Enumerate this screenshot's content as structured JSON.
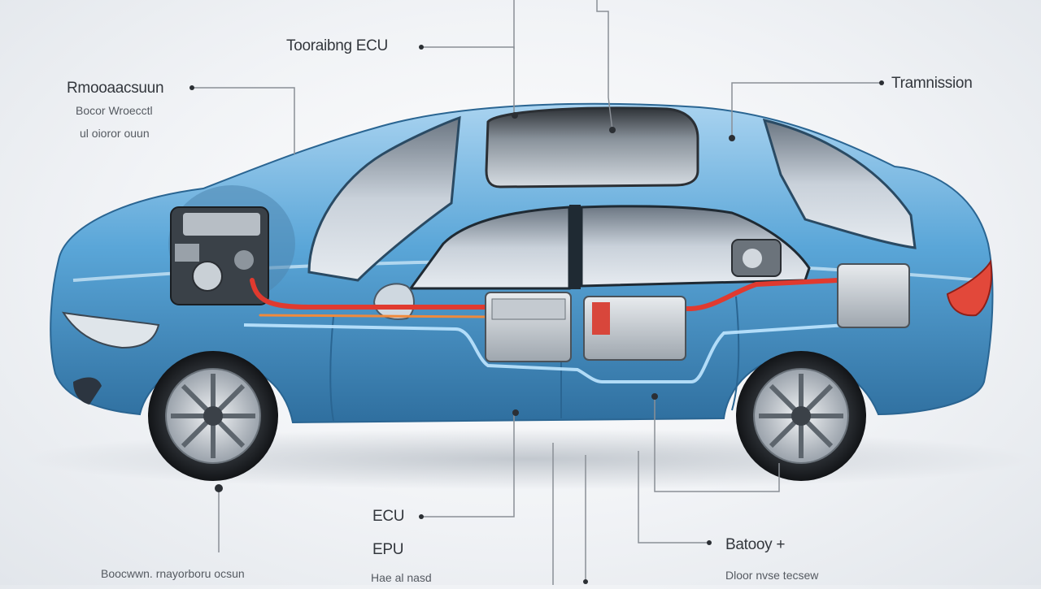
{
  "labels": {
    "top_center": "Tooraibng ECU",
    "left_title": "Rmooaacsuun",
    "left_sub1": "Bocor Wroecctl",
    "left_sub2": "ul oioror ouun",
    "transmission": "Tramnission",
    "ecu": "ECU",
    "epu": "EPU",
    "battery": "Batooy +",
    "bottom_left": "Boocwwn. rnayorboru ocsun",
    "bottom_center": "Hae al nasd",
    "bottom_right": "Dloor nvse tecsew"
  },
  "colors": {
    "body_blue": "#5aa6d8",
    "body_dark": "#2f6f9f",
    "wire_red": "#e03a2f",
    "glass": "#cfd6de",
    "leader": "#8a8f96"
  }
}
